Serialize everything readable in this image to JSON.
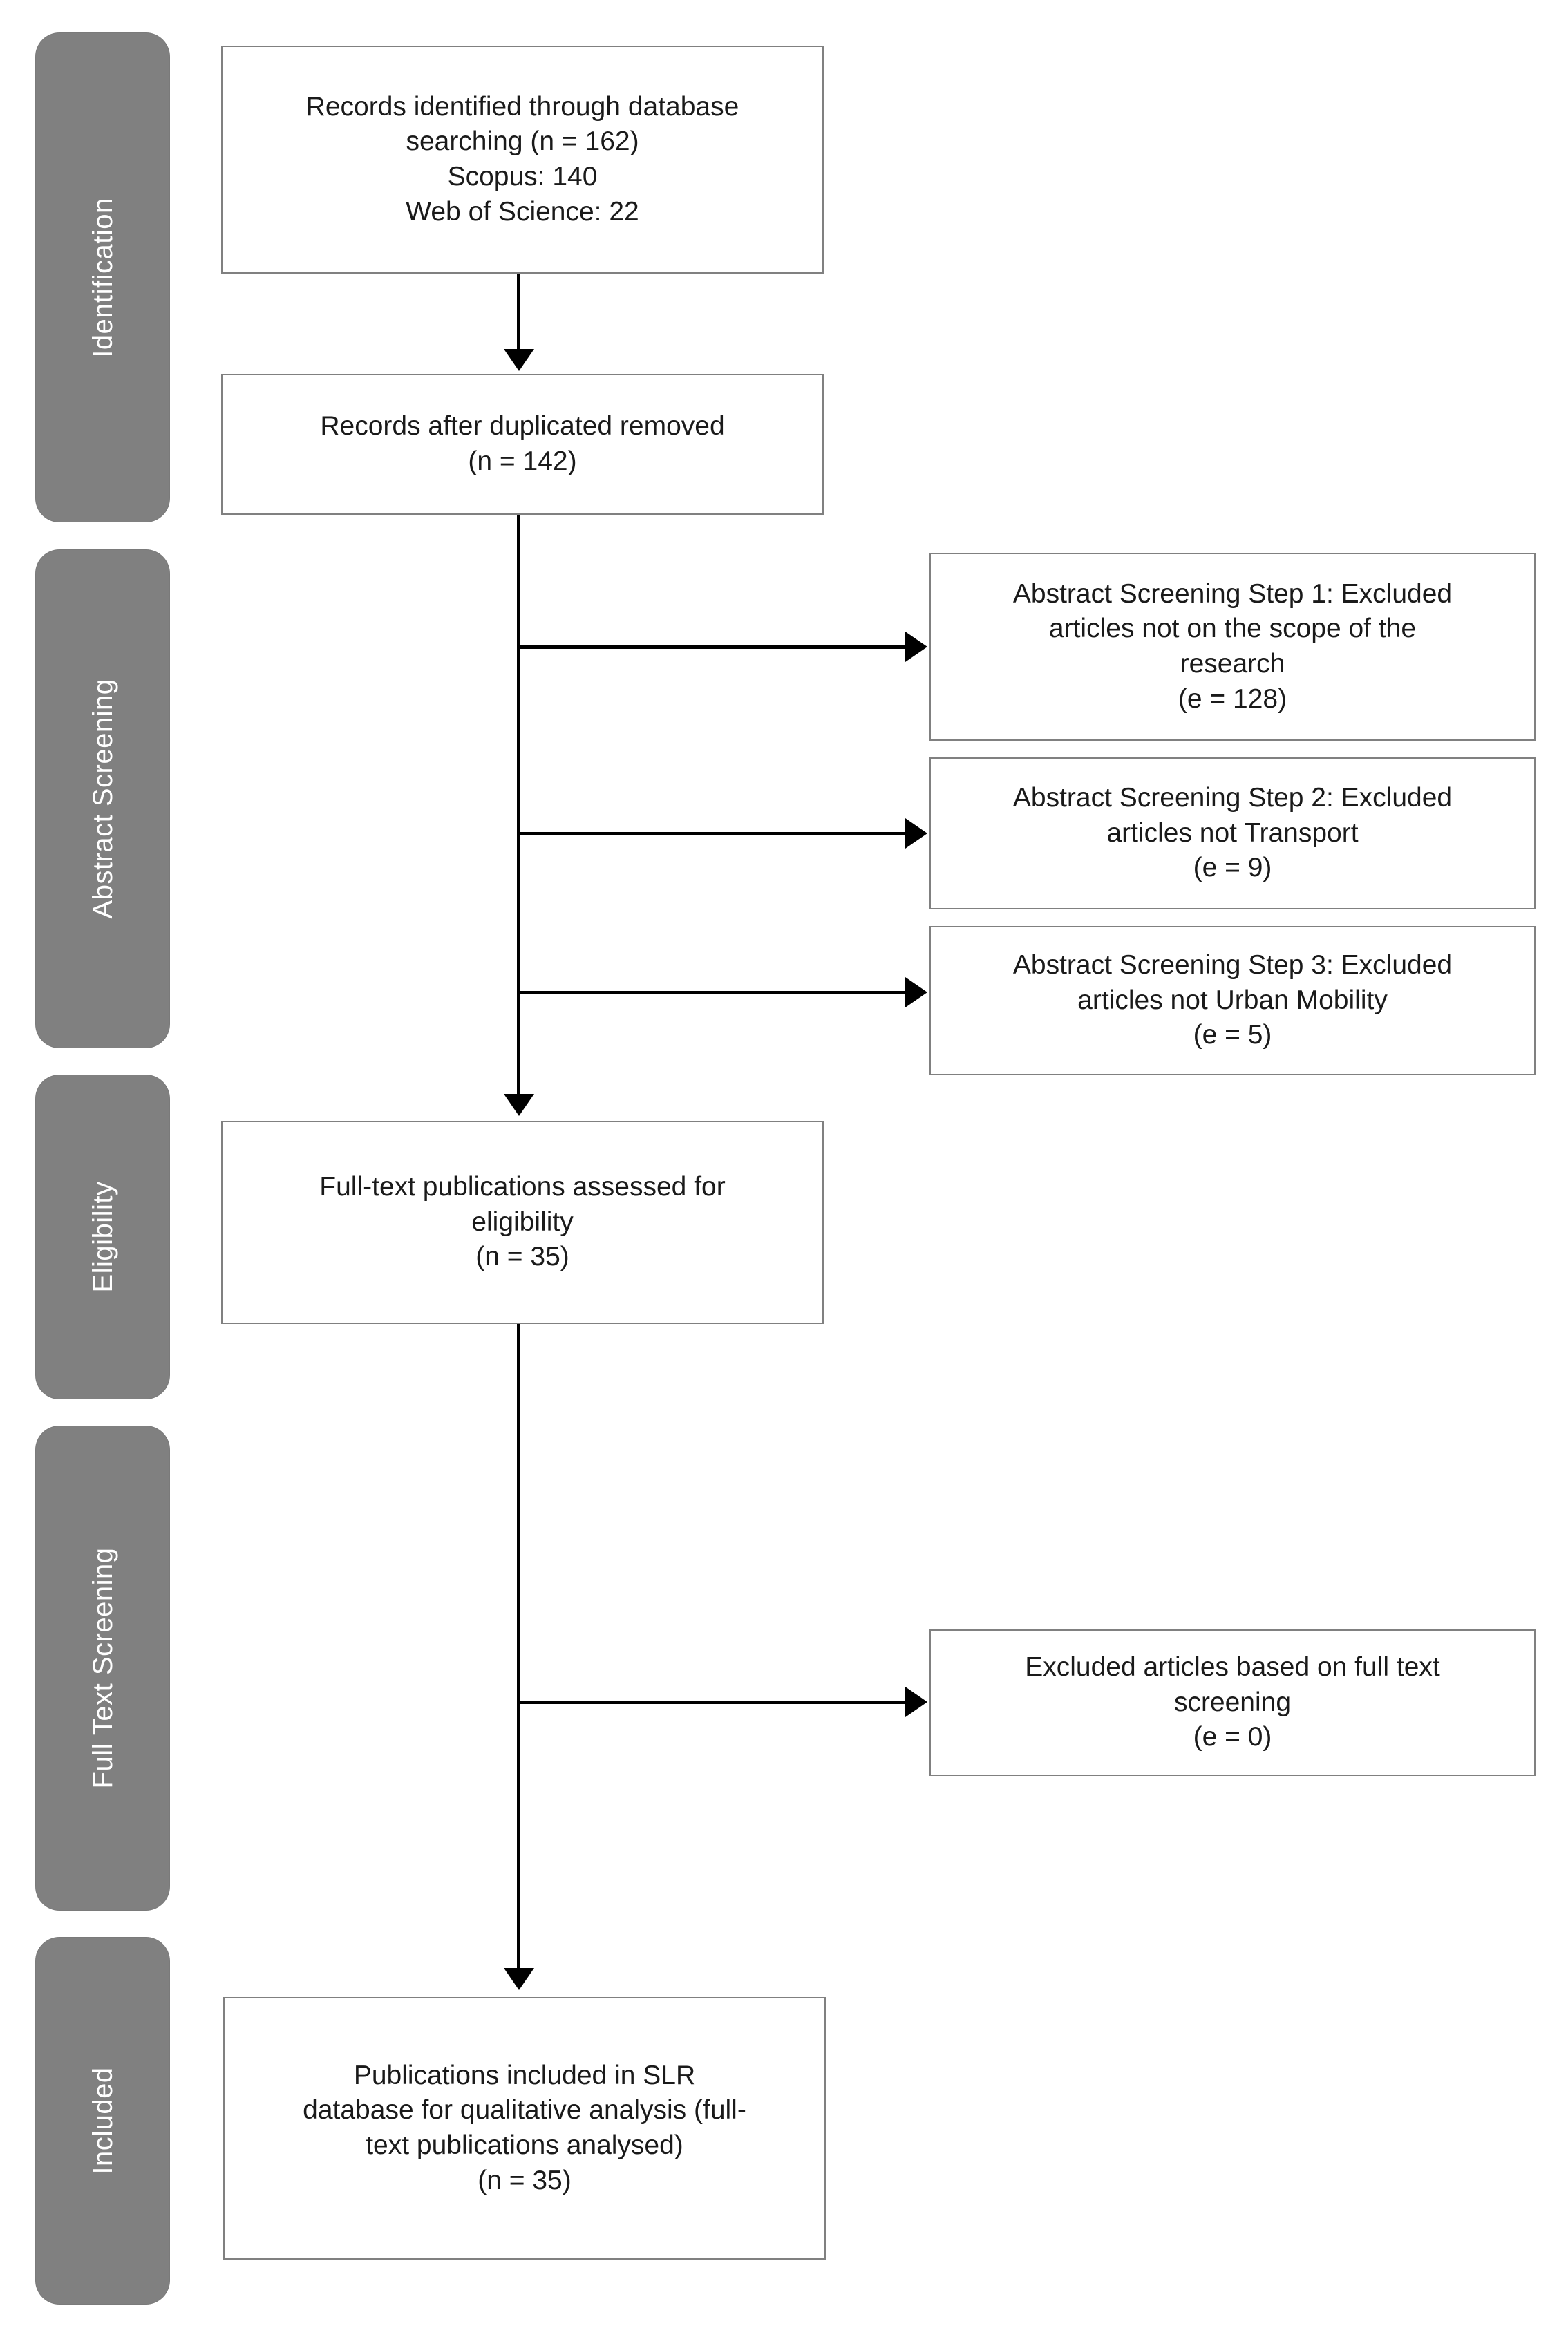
{
  "diagram": {
    "type": "prisma-flow-diagram",
    "title": "PRISMA systematic literature review flow diagram",
    "colors": {
      "stage_pill_fill": "#808080",
      "stage_pill_text": "#ffffff",
      "box_border": "#808080",
      "box_fill": "#ffffff",
      "box_text": "#1a1a1a",
      "connector": "#000000",
      "page_background": "#ffffff"
    }
  },
  "stages": [
    {
      "id": "identification",
      "label": "Identification"
    },
    {
      "id": "abstract-screening",
      "label": "Abstract Screening"
    },
    {
      "id": "eligibility",
      "label": "Eligibility"
    },
    {
      "id": "full-text-screening",
      "label": "Full Text Screening"
    },
    {
      "id": "included",
      "label": "Included"
    }
  ],
  "main_boxes": [
    {
      "id": "records-identified",
      "text": "Records identified through database\nsearching (n = 162)\nScopus: 140\nWeb of Science: 22",
      "count_label": "n = 162",
      "count": 162,
      "sources": [
        {
          "name": "Scopus",
          "count": 140
        },
        {
          "name": "Web of Science",
          "count": 22
        }
      ]
    },
    {
      "id": "records-after-duplicates",
      "text": "Records after duplicated removed\n(n = 142)",
      "count_label": "n = 142",
      "count": 142
    },
    {
      "id": "full-text-assessed",
      "text": "Full-text publications assessed for\neligibility\n(n = 35)",
      "count_label": "n = 35",
      "count": 35
    },
    {
      "id": "publications-included",
      "text": "Publications included in SLR\ndatabase for qualitative analysis (full-\ntext publications analysed)\n(n = 35)",
      "count_label": "n = 35",
      "count": 35
    }
  ],
  "exclusion_boxes": [
    {
      "id": "abstract-screening-step-1",
      "text": "Abstract Screening Step 1: Excluded\narticles not on the scope of the\nresearch\n(e = 128)",
      "count_label": "e = 128",
      "count": 128
    },
    {
      "id": "abstract-screening-step-2",
      "text": "Abstract Screening Step 2: Excluded\narticles not Transport\n(e = 9)",
      "count_label": "e = 9",
      "count": 9
    },
    {
      "id": "abstract-screening-step-3",
      "text": "Abstract Screening Step 3: Excluded\narticles not Urban Mobility\n(e = 5)",
      "count_label": "e = 5",
      "count": 5
    },
    {
      "id": "full-text-excluded",
      "text": "Excluded articles based on full text\nscreening\n(e = 0)",
      "count_label": "e = 0",
      "count": 0
    }
  ]
}
